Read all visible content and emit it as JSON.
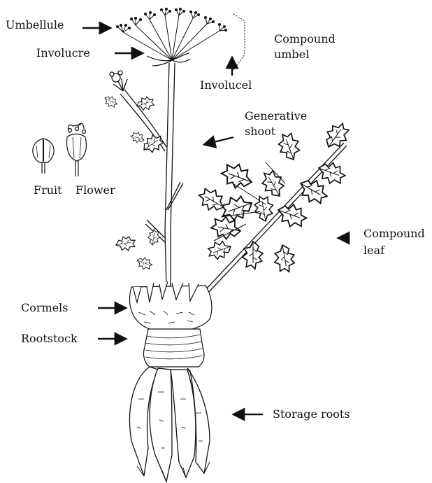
{
  "labels": {
    "umbellule": "Umbellule",
    "involucre": "Involucre",
    "compound_umbel_1": "Compound",
    "compound_umbel_2": "umbel",
    "involucel": "Involucel",
    "generative_shoot_1": "Generative",
    "generative_shoot_2": "shoot",
    "fruit": "Fruit",
    "flower": "Flower",
    "compound_leaf_1": "Compound",
    "compound_leaf_2": "leaf",
    "cormels": "Cormels",
    "rootstock": "Rootstock",
    "storage_roots": "Storage roots"
  },
  "colors": {
    "ink": "#111111",
    "paper": "#ffffff"
  }
}
